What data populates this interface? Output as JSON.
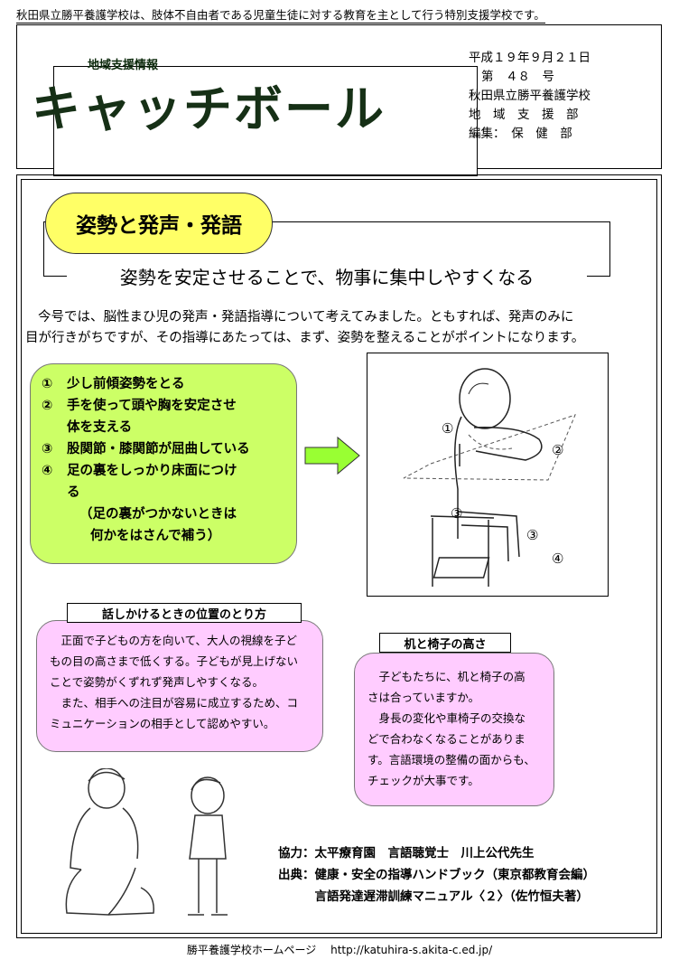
{
  "top_note": "秋田県立勝平養護学校は、肢体不自由者である児童生徒に対する教育を主として行う特別支援学校です。",
  "header": {
    "subtitle": "地域支援情報",
    "title": "キャッチボール",
    "info": [
      "平成１９年９月２１日",
      "第　４８　号",
      "秋田県立勝平養護学校",
      "地　域　支　援　部",
      "編集：　保　健　部"
    ]
  },
  "topic": {
    "badge": "姿勢と発声・発語",
    "subtitle": "姿勢を安定させることで、物事に集中しやすくなる"
  },
  "intro": [
    "今号では、脳性まひ児の発声・発語指導について考えてみました。ともすれば、発声のみに",
    "目が行きがちですが、その指導にあたっては、まず、姿勢を整えることがポイントになります。"
  ],
  "points": [
    {
      "num": "①",
      "lines": [
        "少し前傾姿勢をとる"
      ]
    },
    {
      "num": "②",
      "lines": [
        "手を使って頭や胸を安定させ",
        "体を支える"
      ]
    },
    {
      "num": "③",
      "lines": [
        "股関節・膝関節が屈曲している"
      ]
    },
    {
      "num": "④",
      "lines": [
        "足の裏をしっかり床面につけ",
        "る"
      ]
    }
  ],
  "points_note": [
    "（足の裏がつかないときは",
    "何かをはさんで補う）"
  ],
  "figure_labels": [
    "①",
    "②",
    "③",
    "③",
    "④"
  ],
  "position_section": {
    "label": "話しかけるときの位置のとり方",
    "lines": [
      "　正面で子どもの方を向いて、大人の視線を子ど",
      "もの目の高さまで低くする。子どもが見上げない",
      "ことで姿勢がくずれず発声しやすくなる。",
      "　また、相手への注目が容易に成立するため、コ",
      "ミュニケーションの相手として認めやすい。"
    ]
  },
  "desk_section": {
    "label": "机と椅子の高さ",
    "lines": [
      "　子どもたちに、机と椅子の高",
      "さは合っていますか。",
      "　身長の変化や車椅子の交換な",
      "どで合わなくなることがありま",
      "す。言語環境の整備の面からも、",
      "チェックが大事です。"
    ]
  },
  "credits": [
    "協力：太平療育園　言語聴覚士　川上公代先生",
    "出典：健康・安全の指導ハンドブック（東京都教育会編）",
    "　　　言語発達遅滞訓練マニュアル〈２〉（佐竹恒夫著）"
  ],
  "footer": "勝平養護学校ホームページ　 http://katuhira-s.akita-c.ed.jp/",
  "colors": {
    "green_box": "#ccff66",
    "yellow_badge": "#ffff66",
    "pink_box": "#ffccff",
    "arrow": "#99ff33"
  }
}
